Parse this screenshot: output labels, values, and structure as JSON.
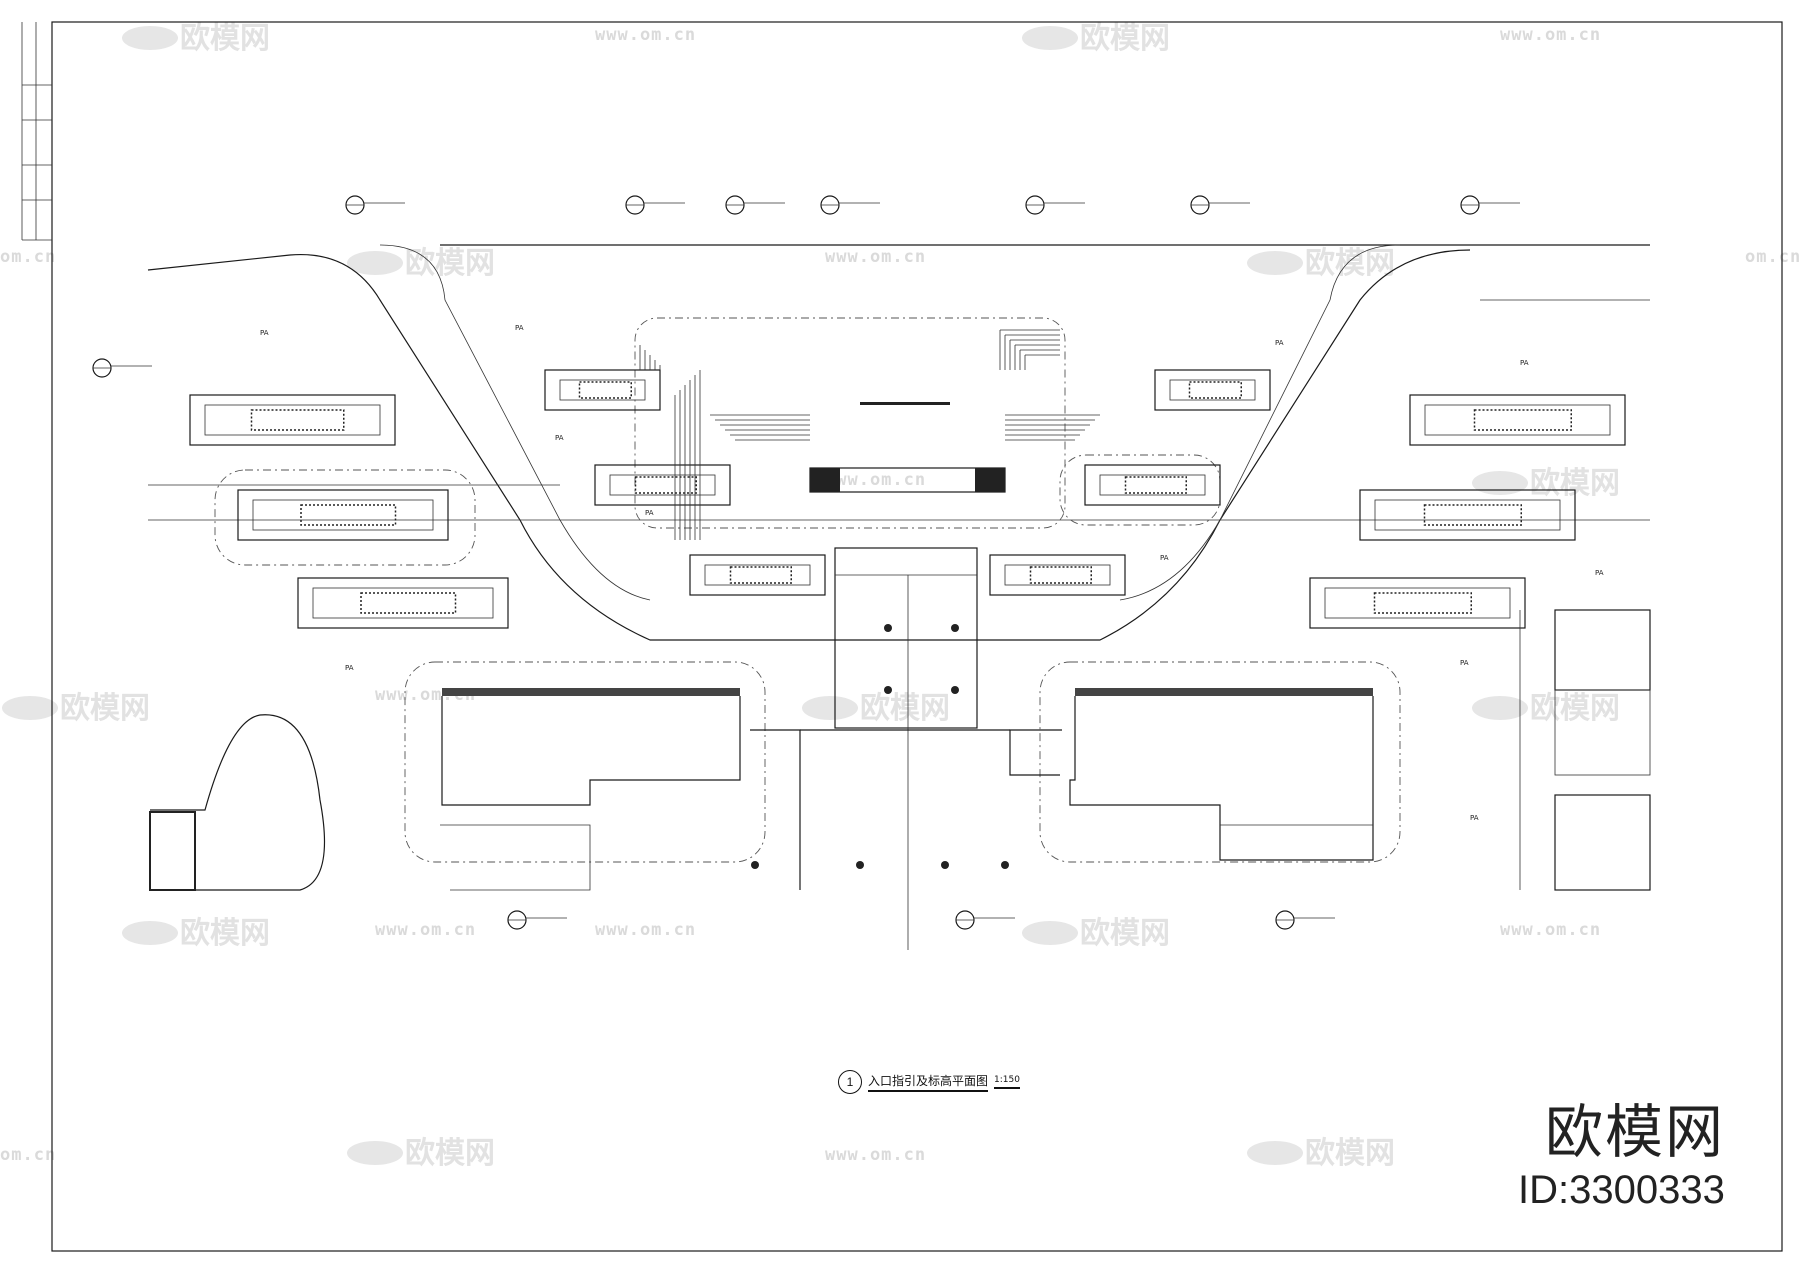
{
  "watermark": {
    "brand_cn": "欧模网",
    "url": "www.om.cn",
    "url_partial": "om.cn"
  },
  "drawing": {
    "title": "入口指引及标高平面图",
    "scale": "1:150",
    "view_number": "1",
    "area_label": "PA"
  },
  "brand": {
    "name": "欧模网",
    "id": "ID:3300333"
  }
}
